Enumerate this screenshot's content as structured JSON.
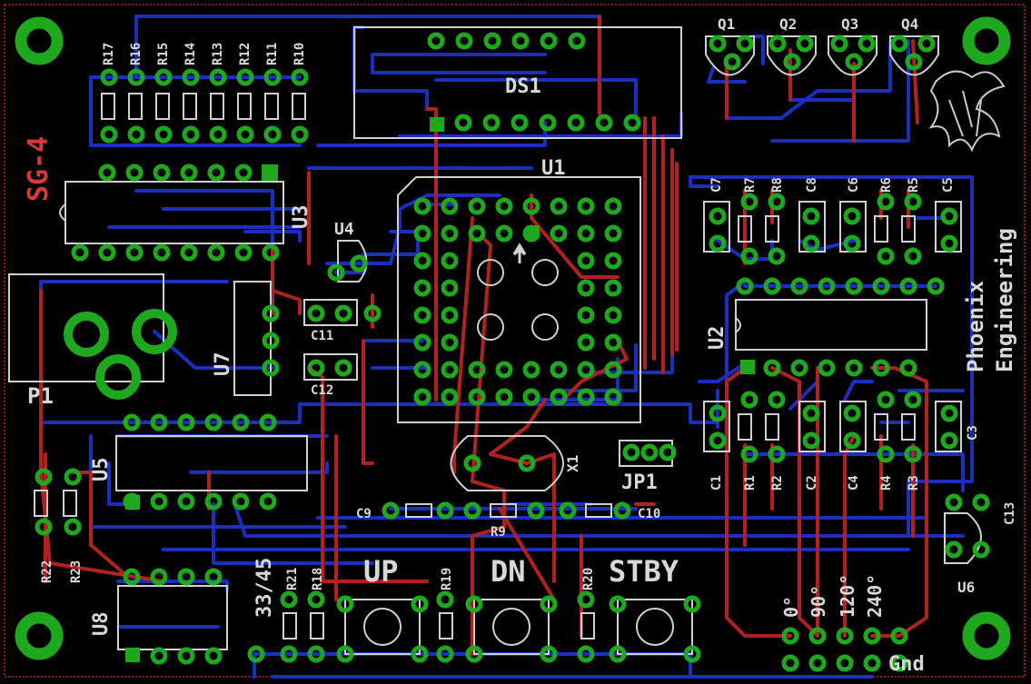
{
  "board": {
    "title": "SG-4",
    "company_line1": "Phoenix",
    "company_line2": "Engineering"
  },
  "refs": {
    "r17": "R17",
    "r16": "R16",
    "r15": "R15",
    "r14": "R14",
    "r13": "R13",
    "r12": "R12",
    "r11": "R11",
    "r10": "R10",
    "q1": "Q1",
    "q2": "Q2",
    "q3": "Q3",
    "q4": "Q4",
    "ds1": "DS1",
    "u1": "U1",
    "u2": "U2",
    "u3": "U3",
    "u4": "U4",
    "u5": "U5",
    "u6": "U6",
    "u7": "U7",
    "u8": "U8",
    "c1": "C1",
    "c2": "C2",
    "c3": "C3",
    "c4": "C4",
    "c5": "C5",
    "c6": "C6",
    "c7": "C7",
    "c8": "C8",
    "c9": "C9",
    "c10": "C10",
    "c11": "C11",
    "c12": "C12",
    "c13": "C13",
    "r1": "R1",
    "r2": "R2",
    "r3": "R3",
    "r4": "R4",
    "r5": "R5",
    "r6": "R6",
    "r7": "R7",
    "r8": "R8",
    "r9": "R9",
    "r18": "R18",
    "r19": "R19",
    "r20": "R20",
    "r21": "R21",
    "r22": "R22",
    "r23": "R23",
    "p1": "P1",
    "x1": "X1",
    "jp1": "JP1"
  },
  "labels": {
    "up": "UP",
    "dn": "DN",
    "stby": "STBY",
    "ratio": "33/45",
    "deg0": "0°",
    "deg90": "90°",
    "deg120": "120°",
    "deg240": "240°",
    "gnd": "Gnd"
  },
  "colors": {
    "bottom_trace": "#1a2fbe",
    "top_trace": "#b02222",
    "pad": "#1da81d",
    "silkscreen": "#d0d0d0",
    "title": "#d43a3a",
    "outline": "#c02020"
  }
}
